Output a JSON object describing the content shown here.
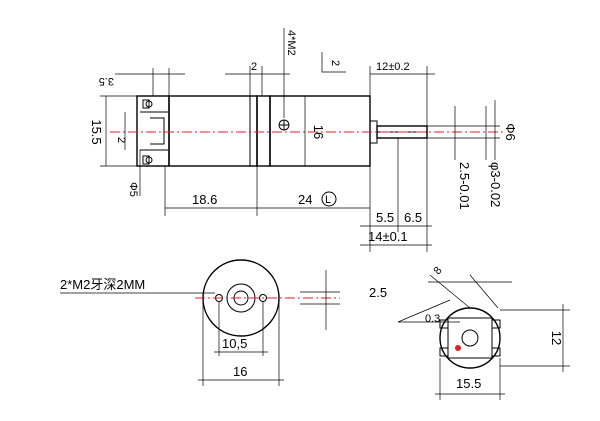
{
  "side_view": {
    "dims": {
      "d_3_5": "3.5",
      "d_15_5": "15.5",
      "d_2_left": "2",
      "d_phi5": "Φ5",
      "d_2_top": "2",
      "d_4m2": "4*M2",
      "d_16": "16",
      "d_2_flag": "2",
      "d_12": "12±0.2",
      "d_18_6": "18.6",
      "d_24": "24",
      "d_L": "L",
      "d_5_5": "5.5",
      "d_6_5": "6.5",
      "d_14": "14±0.1",
      "d_phi6": "Φ6",
      "d_2_5": "2.5-0.01",
      "d_phi3": "φ3-0.02"
    }
  },
  "front_view": {
    "dims": {
      "d_screw": "2*M2牙深2MM",
      "d_2_5": "2.5",
      "d_10_5": "10,5",
      "d_16": "16"
    }
  },
  "rear_view": {
    "dims": {
      "d_8": "8",
      "d_0_3": "0.3",
      "d_12": "12",
      "d_15_5": "15.5"
    }
  }
}
